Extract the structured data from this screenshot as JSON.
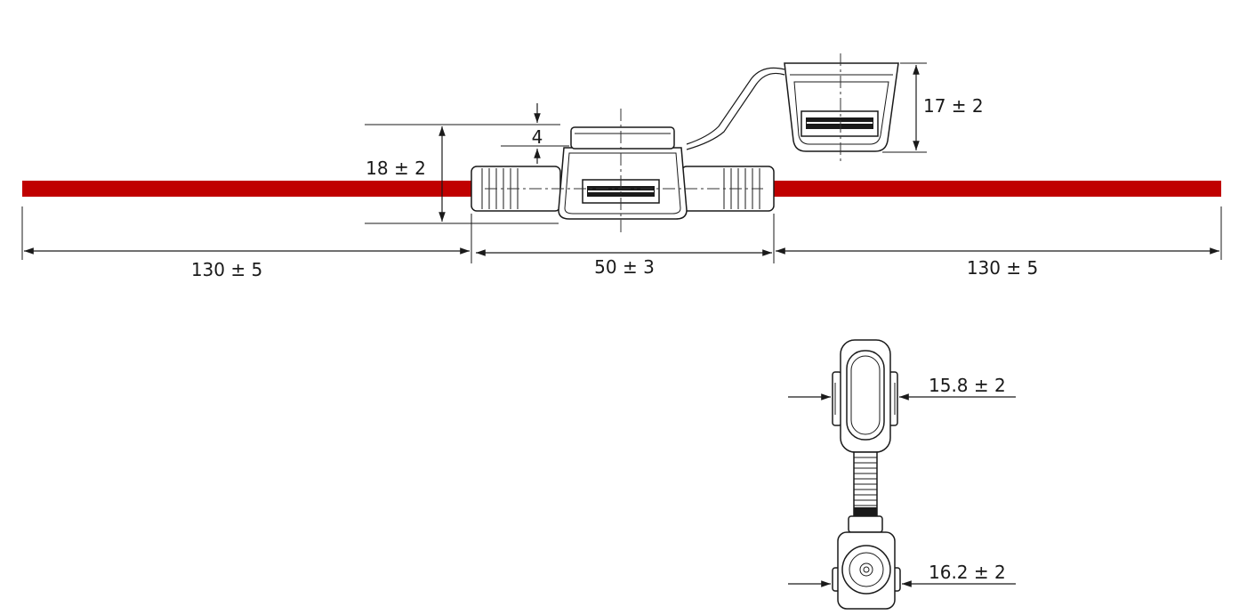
{
  "colors": {
    "wire": "#c00000",
    "line": "#1a1a1a",
    "background": "#ffffff"
  },
  "dimensions": {
    "left_wire_length": "130 ± 5",
    "holder_length": "50 ± 3",
    "right_wire_length": "130 ± 5",
    "holder_height": "18 ± 2",
    "lid_step": "4",
    "cap_height": "17 ± 2",
    "top_width": "15.8 ± 2",
    "bottom_width": "16.2 ± 2"
  }
}
